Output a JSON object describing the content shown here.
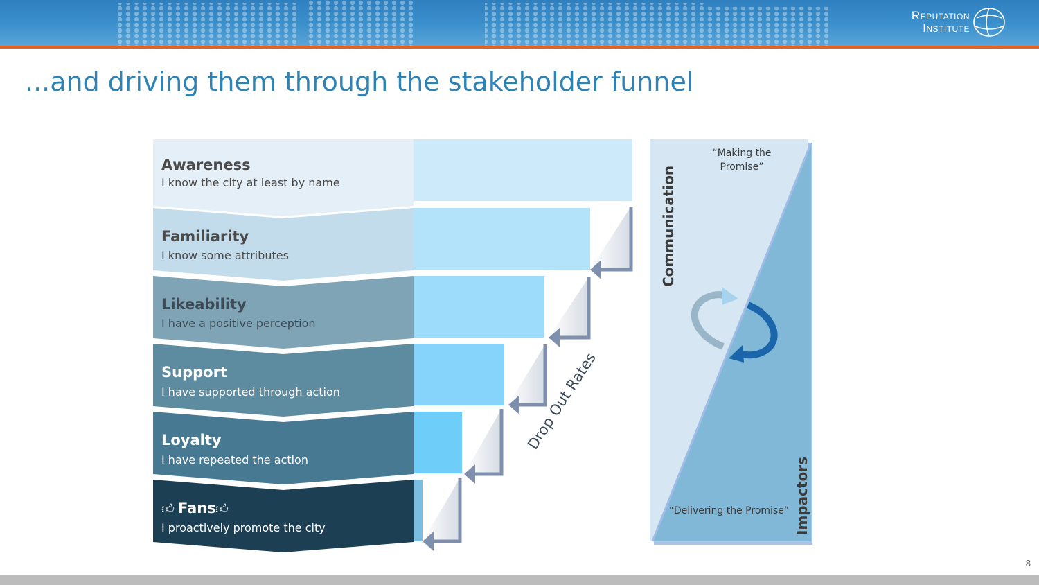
{
  "header": {
    "logo": {
      "line1": "Reputation",
      "line2": "Institute",
      "icon": "globe-icon"
    }
  },
  "page": {
    "title": "...and driving them through the stakeholder funnel",
    "number": "8"
  },
  "funnel": {
    "stages": [
      {
        "label": "Awareness",
        "desc": "I know the city at least by name"
      },
      {
        "label": "Familiarity",
        "desc": "I know some attributes"
      },
      {
        "label": "Likeability",
        "desc": "I have a positive perception"
      },
      {
        "label": "Support",
        "desc": "I have supported through action"
      },
      {
        "label": "Loyalty",
        "desc": "I have repeated the action"
      },
      {
        "label": "Fans",
        "desc": "I proactively promote the city",
        "icon": "thumbs-up-icon"
      }
    ],
    "dropout_label": "Drop Out Rates"
  },
  "promise": {
    "top_quote": "“Making the Promise”",
    "top_quote_line1": "“Making the",
    "top_quote_line2": "Promise”",
    "bottom_quote": "“Delivering the Promise”",
    "left_label": "Communication",
    "right_label": "Impactors",
    "cycle_icon": "cycle-arrows-icon"
  },
  "colors": {
    "title": "#2f83b4",
    "accent_line": "#e0642a",
    "stage_fills": [
      "#e4eff7",
      "#c3dceb",
      "#7fa4b5",
      "#5d8ba0",
      "#477a92",
      "#1d3f54"
    ],
    "bar_fills": [
      "#cdeafb",
      "#b2e3fb",
      "#9ddcfb",
      "#86d4fb",
      "#6fcdfa",
      "#7abde0"
    ]
  }
}
